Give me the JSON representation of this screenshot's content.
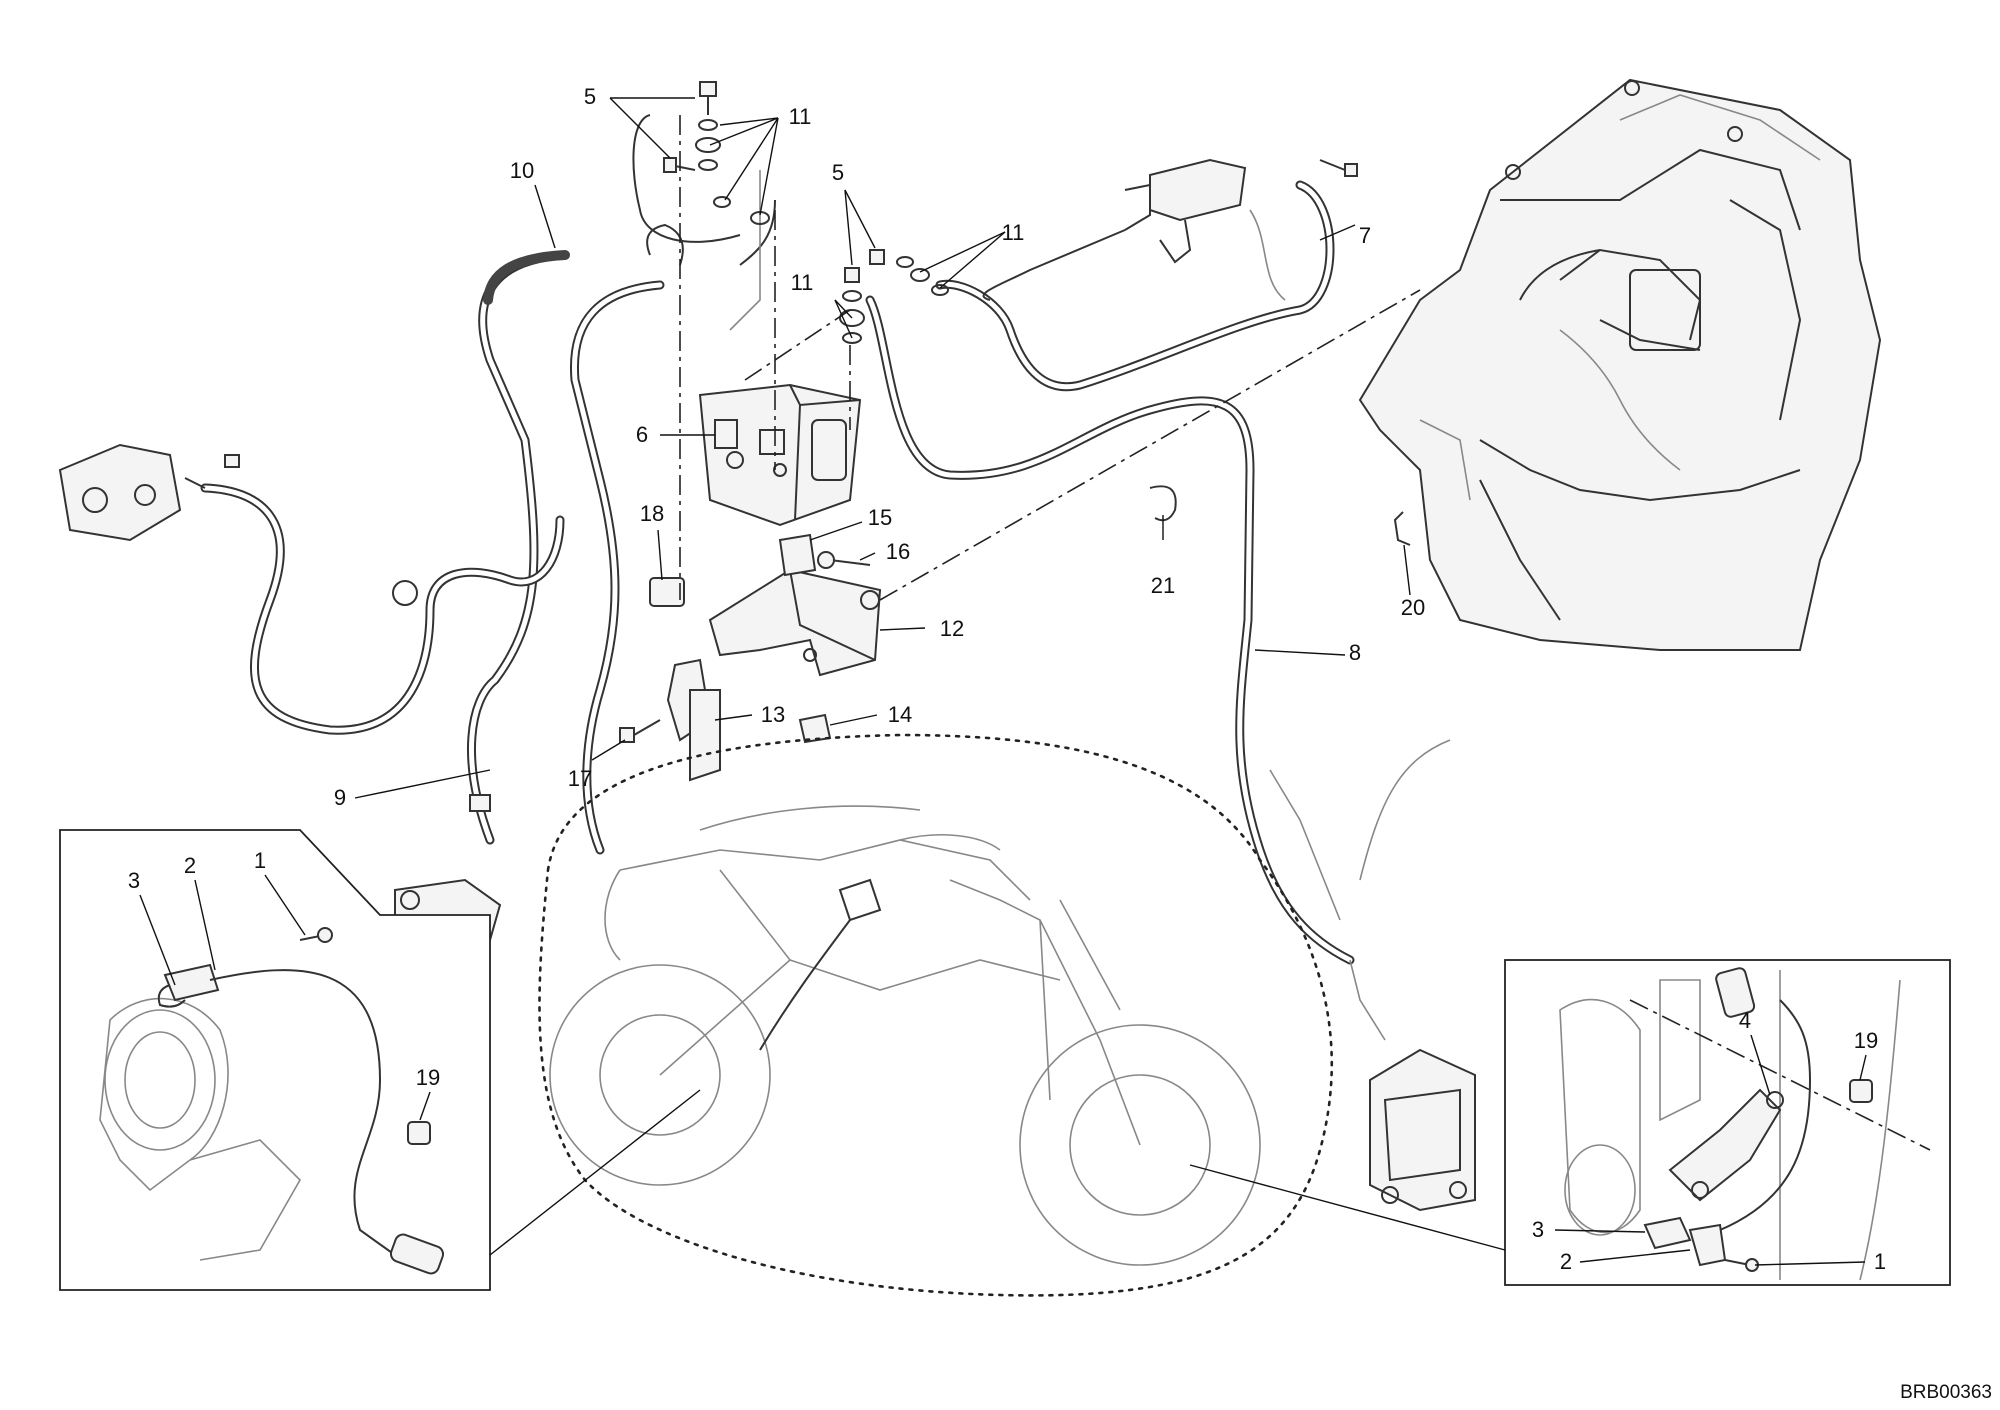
{
  "diagram": {
    "ref_code": "BRB00363",
    "callouts": [
      {
        "label": "5"
      },
      {
        "label": "11"
      },
      {
        "label": "10"
      },
      {
        "label": "5"
      },
      {
        "label": "11"
      },
      {
        "label": "11"
      },
      {
        "label": "7"
      },
      {
        "label": "6"
      },
      {
        "label": "18"
      },
      {
        "label": "15"
      },
      {
        "label": "16"
      },
      {
        "label": "12"
      },
      {
        "label": "21"
      },
      {
        "label": "20"
      },
      {
        "label": "8"
      },
      {
        "label": "13"
      },
      {
        "label": "14"
      },
      {
        "label": "17"
      },
      {
        "label": "9"
      },
      {
        "label": "3"
      },
      {
        "label": "2"
      },
      {
        "label": "1"
      },
      {
        "label": "19"
      },
      {
        "label": "19"
      },
      {
        "label": "4"
      },
      {
        "label": "3"
      },
      {
        "label": "2"
      },
      {
        "label": "1"
      }
    ]
  }
}
